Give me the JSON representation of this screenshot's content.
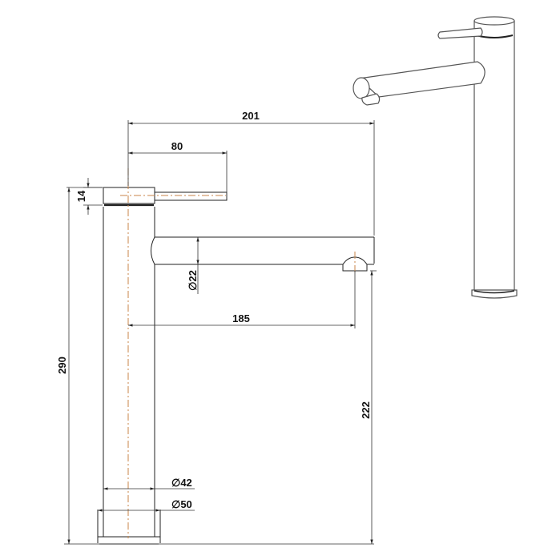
{
  "drawing": {
    "title": "Kitchen mixer tap technical drawing",
    "units": "mm",
    "colors": {
      "line": "#222222",
      "centerline": "#c8864a",
      "background": "#ffffff"
    },
    "dimensions": {
      "overall_reach": "201",
      "handle_length": "80",
      "cap_height": "14",
      "overall_height": "290",
      "spout_diameter": "∅22",
      "spout_reach_to_outlet": "185",
      "outlet_height": "222",
      "body_diameter": "∅42",
      "base_diameter": "∅50"
    }
  }
}
